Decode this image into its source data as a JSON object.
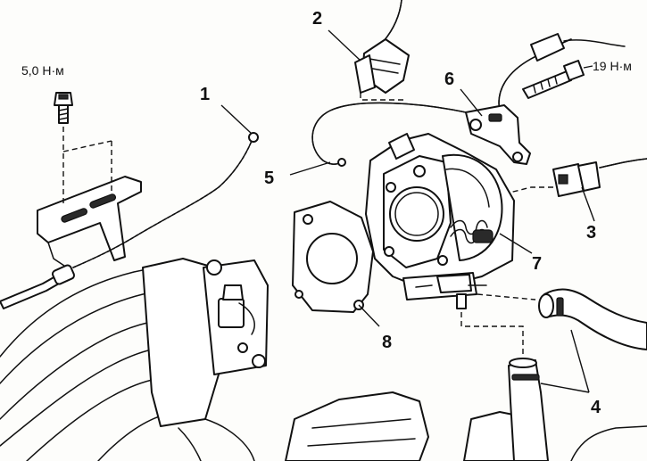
{
  "callouts": [
    {
      "id": "1",
      "label": "1"
    },
    {
      "id": "2",
      "label": "2"
    },
    {
      "id": "3",
      "label": "3"
    },
    {
      "id": "4",
      "label": "4"
    },
    {
      "id": "5",
      "label": "5"
    },
    {
      "id": "6",
      "label": "6"
    },
    {
      "id": "7",
      "label": "7"
    },
    {
      "id": "8",
      "label": "8"
    }
  ],
  "torques": {
    "bracket_bolt": "5,0 Н·м",
    "sensor_bolt": "19 Н·м"
  },
  "colors": {
    "ink": "#111111",
    "paper": "#fdfdfb"
  }
}
